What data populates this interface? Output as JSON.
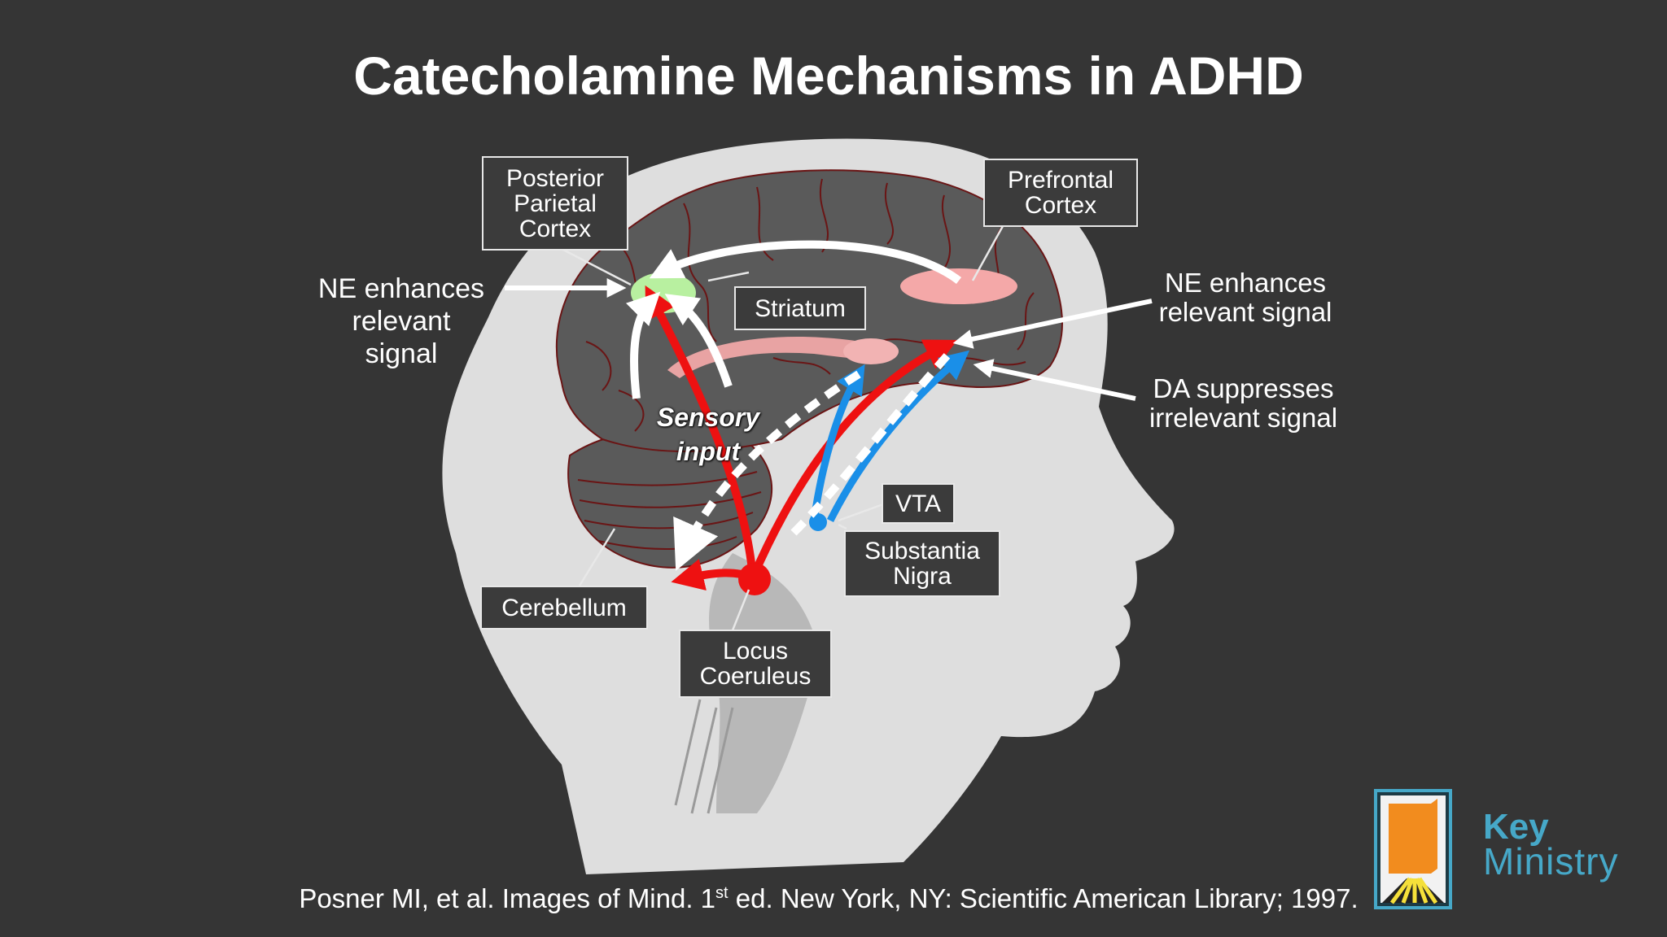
{
  "title": "Catecholamine Mechanisms in ADHD",
  "labels": {
    "posterior_parietal": [
      "Posterior",
      "Parietal",
      "Cortex"
    ],
    "prefrontal": [
      "Prefrontal",
      "Cortex"
    ],
    "striatum": "Striatum",
    "vta": "VTA",
    "substantia_nigra": [
      "Substantia",
      "Nigra"
    ],
    "cerebellum": "Cerebellum",
    "locus_coeruleus": [
      "Locus",
      "Coeruleus"
    ]
  },
  "annotations": {
    "ne_left": [
      "NE enhances",
      "relevant",
      "signal"
    ],
    "ne_right": [
      "NE enhances",
      "relevant signal"
    ],
    "da_right": [
      "DA suppresses",
      "irrelevant signal"
    ],
    "sensory": [
      "Sensory",
      "input"
    ]
  },
  "citation": {
    "before": "Posner MI, et al. Images of Mind. 1",
    "sup": "st",
    "after": " ed. New York, NY: Scientific American Library; 1997."
  },
  "logo": {
    "line1": "Key",
    "line2": "Ministry"
  },
  "colors": {
    "background": "#353535",
    "ne_pathway": "#ee1111",
    "da_pathway": "#1a8fe8",
    "signal_arrows": "#ffffff",
    "parietal_highlight": "#b8f0a0",
    "prefrontal_highlight": "#f4a8a8",
    "logo_accent": "#f28c1e"
  }
}
